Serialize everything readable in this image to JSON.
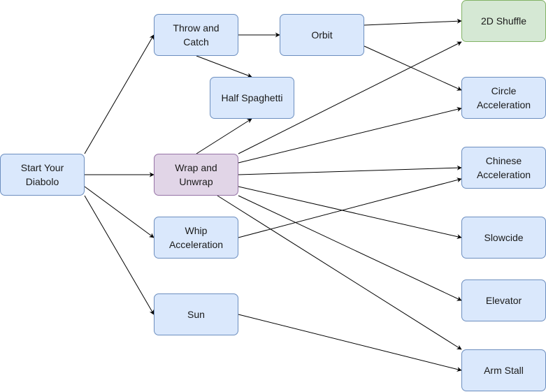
{
  "nodes": [
    {
      "id": "start",
      "label": "Start Your\nDiabolo",
      "style": "blue"
    },
    {
      "id": "throw",
      "label": "Throw and\nCatch",
      "style": "blue"
    },
    {
      "id": "orbit",
      "label": "Orbit",
      "style": "blue"
    },
    {
      "id": "shuffle",
      "label": "2D Shuffle",
      "style": "green"
    },
    {
      "id": "halfspag",
      "label": "Half Spaghetti",
      "style": "blue"
    },
    {
      "id": "circle",
      "label": "Circle\nAcceleration",
      "style": "blue"
    },
    {
      "id": "wrap",
      "label": "Wrap and\nUnwrap",
      "style": "purple"
    },
    {
      "id": "chinese",
      "label": "Chinese\nAcceleration",
      "style": "blue"
    },
    {
      "id": "whip",
      "label": "Whip\nAcceleration",
      "style": "blue"
    },
    {
      "id": "slowcide",
      "label": "Slowcide",
      "style": "blue"
    },
    {
      "id": "elevator",
      "label": "Elevator",
      "style": "blue"
    },
    {
      "id": "sun",
      "label": "Sun",
      "style": "blue"
    },
    {
      "id": "armstall",
      "label": "Arm Stall",
      "style": "blue"
    }
  ],
  "edges": [
    {
      "from": "start",
      "to": "throw"
    },
    {
      "from": "start",
      "to": "wrap"
    },
    {
      "from": "start",
      "to": "whip"
    },
    {
      "from": "start",
      "to": "sun"
    },
    {
      "from": "throw",
      "to": "orbit"
    },
    {
      "from": "throw",
      "to": "halfspag"
    },
    {
      "from": "orbit",
      "to": "shuffle"
    },
    {
      "from": "orbit",
      "to": "circle"
    },
    {
      "from": "wrap",
      "to": "halfspag"
    },
    {
      "from": "wrap",
      "to": "shuffle"
    },
    {
      "from": "wrap",
      "to": "circle"
    },
    {
      "from": "wrap",
      "to": "chinese"
    },
    {
      "from": "wrap",
      "to": "slowcide"
    },
    {
      "from": "wrap",
      "to": "elevator"
    },
    {
      "from": "wrap",
      "to": "armstall"
    },
    {
      "from": "whip",
      "to": "chinese"
    },
    {
      "from": "sun",
      "to": "armstall"
    }
  ],
  "colors": {
    "blue_fill": "#dae8fc",
    "purple_fill": "#e1d5e7",
    "green_fill": "#d5e8d4",
    "edge": "#000000"
  }
}
